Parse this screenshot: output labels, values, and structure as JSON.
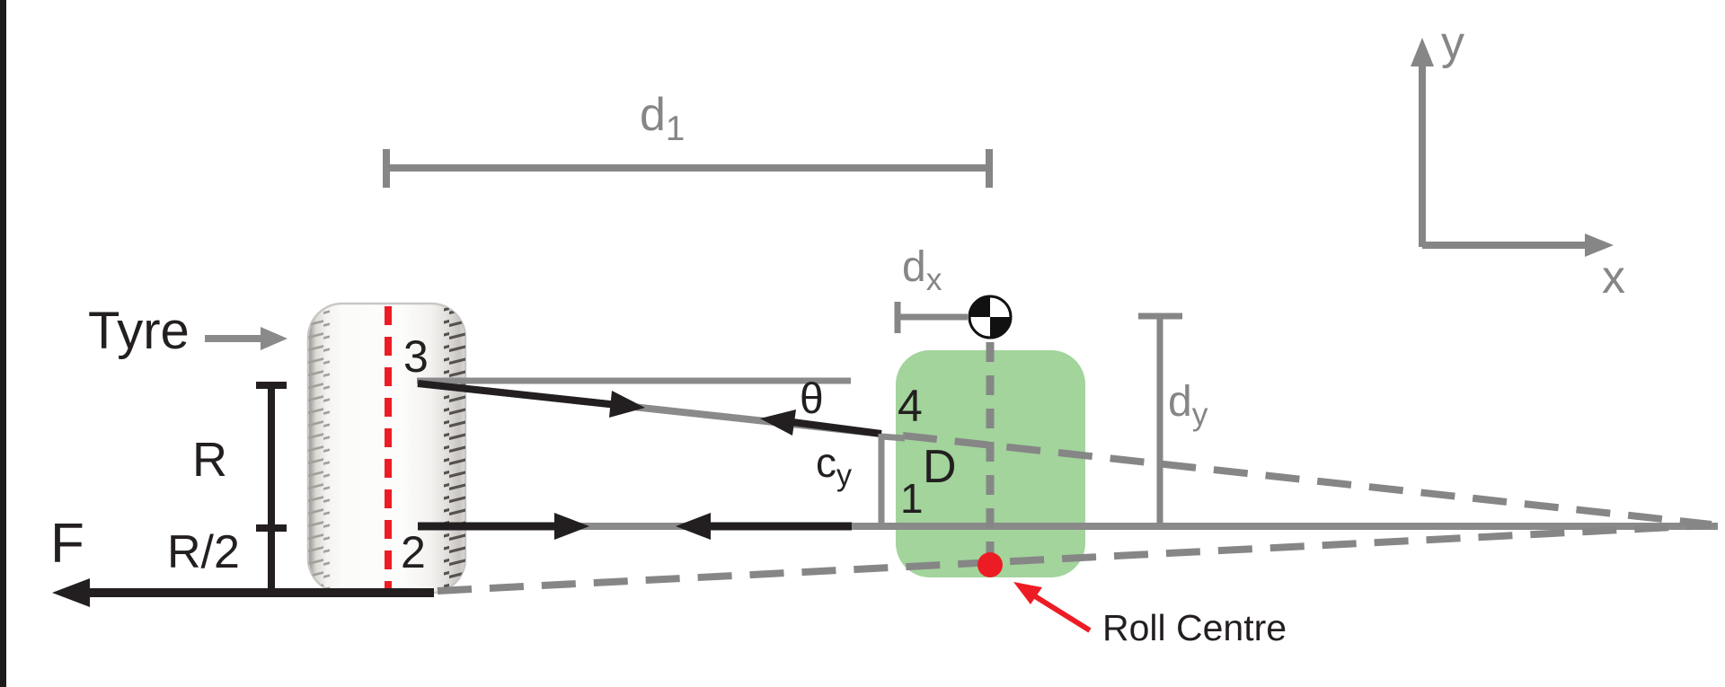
{
  "title": "Suspension roll centre geometry diagram",
  "colors": {
    "black": "#231f20",
    "gray": "#868686",
    "red": "#ed1c24",
    "green": "#a2d49c",
    "tyre_border": "#c9c7c4"
  },
  "labels": {
    "tyre": "Tyre",
    "point_3": "3",
    "point_2": "2",
    "point_4": "4",
    "point_1": "1",
    "body": "D",
    "radius": "R",
    "half_radius": "R/2",
    "force": "F",
    "theta": "θ",
    "roll_centre": "Roll Centre",
    "axis_x": "x",
    "axis_y": "y",
    "d1": {
      "main": "d",
      "sub": "1"
    },
    "dx": {
      "main": "d",
      "sub": "x"
    },
    "dy": {
      "main": "d",
      "sub": "y"
    },
    "cy": {
      "main": "c",
      "sub": "y"
    }
  }
}
